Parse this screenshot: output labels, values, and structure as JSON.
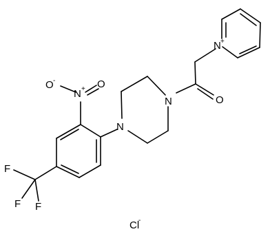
{
  "molecule": {
    "atoms": {
      "pyridinium_n": "N",
      "pyridinium_charge": "+",
      "carbonyl_o": "O",
      "piperazine_n1": "N",
      "piperazine_n2": "N",
      "nitro_n": "N",
      "nitro_n_charge": "+",
      "nitro_o1": "O",
      "nitro_o1_charge": "-",
      "nitro_o2": "O",
      "f1": "F",
      "f2": "F",
      "f3": "F"
    },
    "counterion": "Cl",
    "counterion_charge": "-"
  }
}
